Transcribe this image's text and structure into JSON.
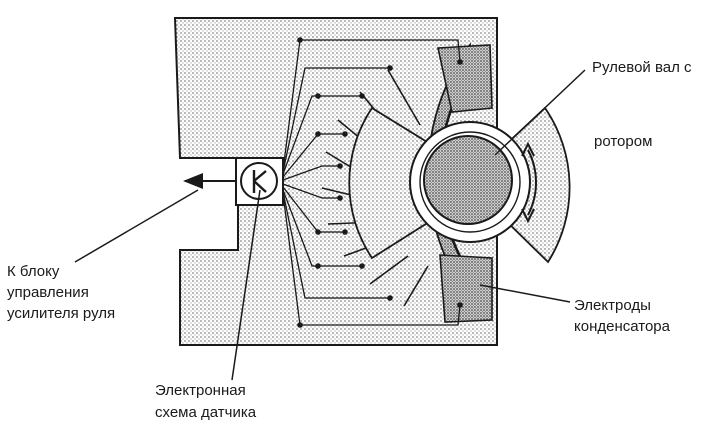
{
  "labels": {
    "shaft_line1": "Рулевой вал с",
    "shaft_line2": "ротором",
    "control_line1": "К блоку",
    "control_line2": "управления",
    "control_line3": "усилителя руля",
    "electrodes_line1": "Электроды",
    "electrodes_line2": "конденсатора",
    "circuit_line1": "Электронная",
    "circuit_line2": "схема датчика"
  },
  "colors": {
    "ink": "#1a1a1a",
    "stipple": "#9a9a9a",
    "background": "#ffffff"
  }
}
